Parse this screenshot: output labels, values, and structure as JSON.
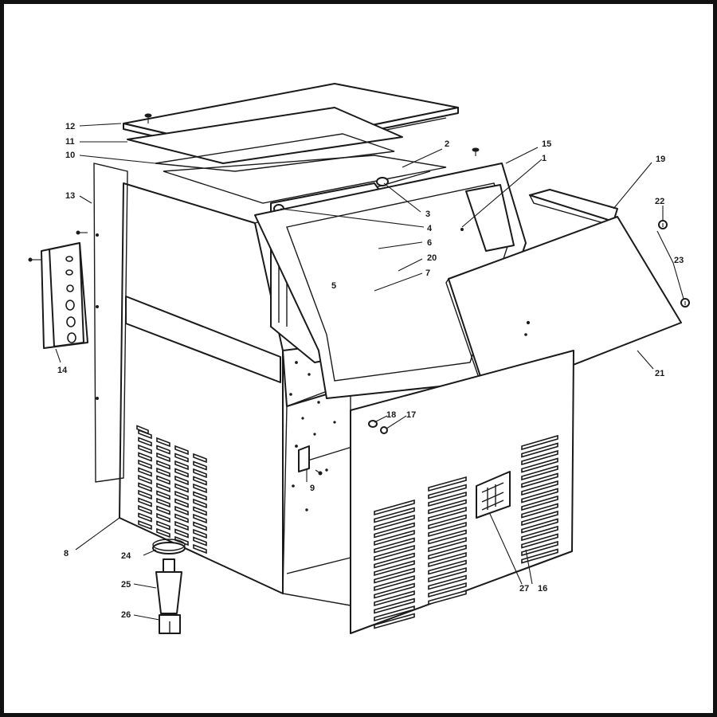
{
  "callouts": [
    {
      "id": "1",
      "text": "1"
    },
    {
      "id": "2",
      "text": "2"
    },
    {
      "id": "3",
      "text": "3"
    },
    {
      "id": "4",
      "text": "4"
    },
    {
      "id": "5",
      "text": "5"
    },
    {
      "id": "6",
      "text": "6"
    },
    {
      "id": "7",
      "text": "7"
    },
    {
      "id": "8",
      "text": "8"
    },
    {
      "id": "9",
      "text": "9"
    },
    {
      "id": "10",
      "text": "10"
    },
    {
      "id": "11",
      "text": "11"
    },
    {
      "id": "12",
      "text": "12"
    },
    {
      "id": "13",
      "text": "13"
    },
    {
      "id": "14",
      "text": "14"
    },
    {
      "id": "15",
      "text": "15"
    },
    {
      "id": "16",
      "text": "16"
    },
    {
      "id": "17",
      "text": "17"
    },
    {
      "id": "18",
      "text": "18"
    },
    {
      "id": "19",
      "text": "19"
    },
    {
      "id": "20",
      "text": "20"
    },
    {
      "id": "21",
      "text": "21"
    },
    {
      "id": "22",
      "text": "22"
    },
    {
      "id": "23",
      "text": "23"
    },
    {
      "id": "24",
      "text": "24"
    },
    {
      "id": "25",
      "text": "25"
    },
    {
      "id": "26",
      "text": "26"
    },
    {
      "id": "27",
      "text": "27"
    }
  ]
}
